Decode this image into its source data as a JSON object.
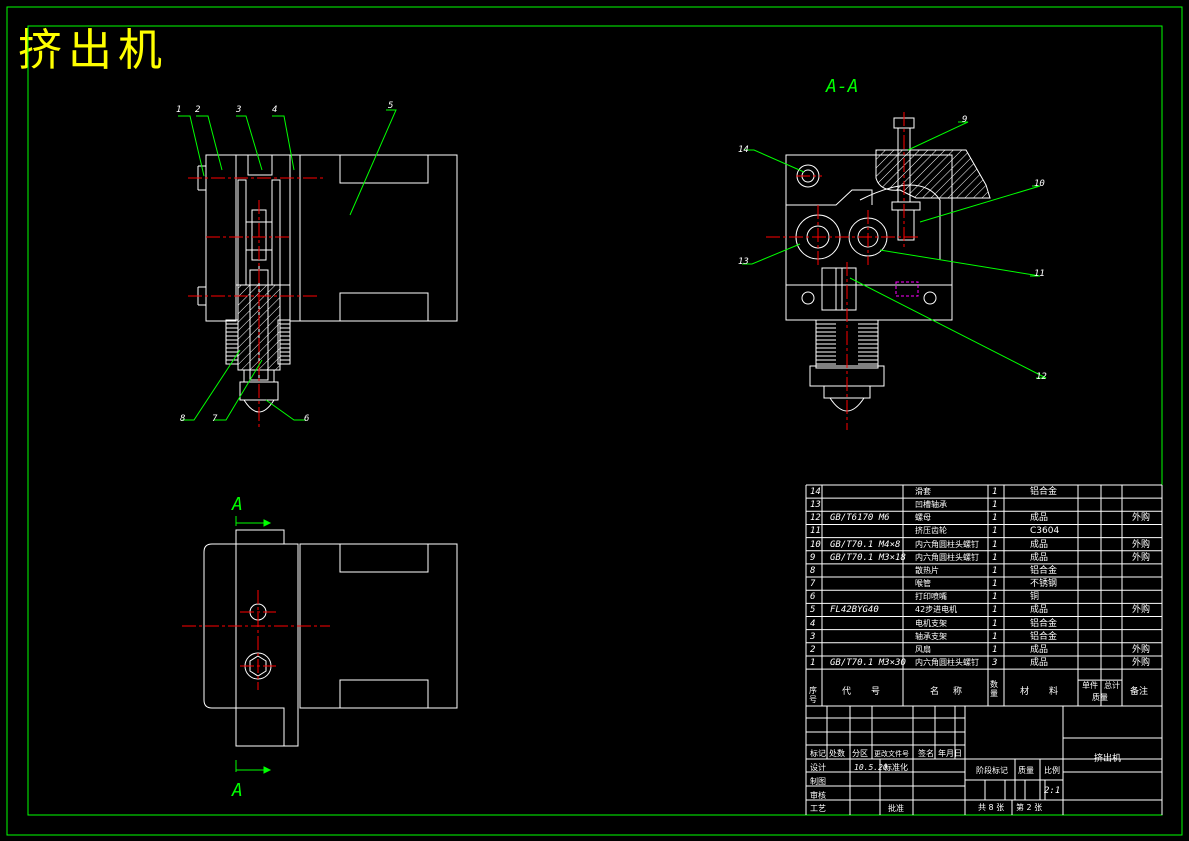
{
  "title": "挤出机",
  "section_label": "A-A",
  "view_marker": "A",
  "callouts_left": [
    "1",
    "2",
    "3",
    "4",
    "5",
    "6",
    "7",
    "8"
  ],
  "callouts_right": [
    "9",
    "10",
    "11",
    "12",
    "13",
    "14"
  ],
  "colors": {
    "frame": "#00ff00",
    "line": "#ffffff",
    "center": "#ff0000",
    "leader": "#00ff00",
    "title": "#ffff00",
    "accent": "#ff00ff"
  },
  "bom": [
    {
      "no": "14",
      "code": "",
      "name": "滑套",
      "qty": "1",
      "material": "铝合金",
      "note": ""
    },
    {
      "no": "13",
      "code": "",
      "name": "凹槽轴承",
      "qty": "1",
      "material": "",
      "note": ""
    },
    {
      "no": "12",
      "code": "GB/T6170 M6",
      "name": "螺母",
      "qty": "1",
      "material": "成品",
      "note": "外购"
    },
    {
      "no": "11",
      "code": "",
      "name": "挤压齿轮",
      "qty": "1",
      "material": "C3604",
      "note": ""
    },
    {
      "no": "10",
      "code": "GB/T70.1 M4×8",
      "name": "内六角圆柱头螺钉",
      "qty": "1",
      "material": "成品",
      "note": "外购"
    },
    {
      "no": "9",
      "code": "GB/T70.1 M3×18",
      "name": "内六角圆柱头螺钉",
      "qty": "1",
      "material": "成品",
      "note": "外购"
    },
    {
      "no": "8",
      "code": "",
      "name": "散热片",
      "qty": "1",
      "material": "铝合金",
      "note": ""
    },
    {
      "no": "7",
      "code": "",
      "name": "喉管",
      "qty": "1",
      "material": "不锈钢",
      "note": ""
    },
    {
      "no": "6",
      "code": "",
      "name": "打印喷嘴",
      "qty": "1",
      "material": "铜",
      "note": ""
    },
    {
      "no": "5",
      "code": "FL42BYG40",
      "name": "42步进电机",
      "qty": "1",
      "material": "成品",
      "note": "外购"
    },
    {
      "no": "4",
      "code": "",
      "name": "电机支架",
      "qty": "1",
      "material": "铝合金",
      "note": ""
    },
    {
      "no": "3",
      "code": "",
      "name": "轴承支架",
      "qty": "1",
      "material": "铝合金",
      "note": ""
    },
    {
      "no": "2",
      "code": "",
      "name": "风扇",
      "qty": "1",
      "material": "成品",
      "note": "外购"
    },
    {
      "no": "1",
      "code": "GB/T70.1 M3×30",
      "name": "内六角圆柱头螺钉",
      "qty": "3",
      "material": "成品",
      "note": "外购"
    }
  ],
  "bom_header": {
    "no": "序号",
    "code": "代号",
    "name": "名称",
    "qty": "数量",
    "material": "材料",
    "unit_weight": "单件",
    "total_weight": "总计",
    "weight": "质量",
    "note": "备注"
  },
  "titleblock": {
    "row_labels": [
      "标记",
      "处数",
      "分区",
      "更改文件号",
      "签名",
      "年月日"
    ],
    "design": "设计",
    "date": "10.5.20",
    "standard": "标准化",
    "drafter": "制图",
    "review": "审核",
    "process": "工艺",
    "approve": "批准",
    "stage": "阶段标记",
    "mass": "质量",
    "scale_label": "比例",
    "scale": "2:1",
    "sheets": "共 8 张",
    "sheet": "第 2 张",
    "drawing_name": "挤出机"
  }
}
